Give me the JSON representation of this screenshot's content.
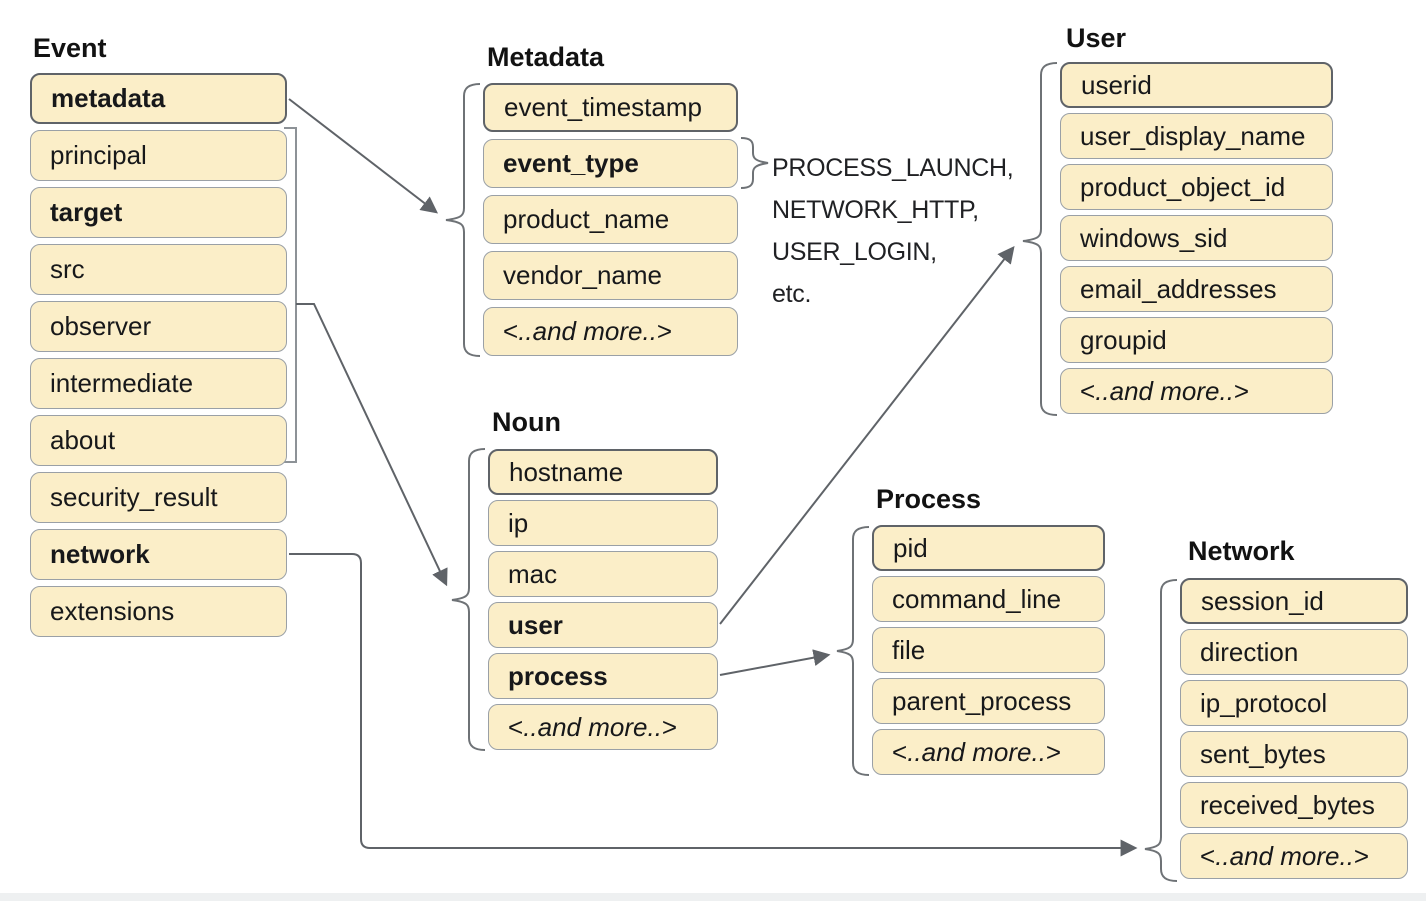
{
  "diagram": {
    "groups": [
      {
        "title": "Event",
        "items": [
          {
            "label": "metadata",
            "bold": true
          },
          {
            "label": "principal"
          },
          {
            "label": "target",
            "bold": true
          },
          {
            "label": "src"
          },
          {
            "label": "observer"
          },
          {
            "label": "intermediate"
          },
          {
            "label": "about"
          },
          {
            "label": "security_result"
          },
          {
            "label": "network",
            "bold": true
          },
          {
            "label": "extensions"
          }
        ]
      },
      {
        "title": "Metadata",
        "items": [
          {
            "label": "event_timestamp"
          },
          {
            "label": "event_type",
            "bold": true
          },
          {
            "label": "product_name"
          },
          {
            "label": "vendor_name"
          },
          {
            "label": "< ..and more.. >",
            "more": true
          }
        ]
      },
      {
        "title": "Noun",
        "items": [
          {
            "label": "hostname"
          },
          {
            "label": "ip"
          },
          {
            "label": "mac"
          },
          {
            "label": "user",
            "bold": true
          },
          {
            "label": "process",
            "bold": true
          },
          {
            "label": "< ..and more.. >",
            "more": true
          }
        ]
      },
      {
        "title": "User",
        "items": [
          {
            "label": "userid"
          },
          {
            "label": "user_display_name"
          },
          {
            "label": "product_object_id"
          },
          {
            "label": "windows_sid"
          },
          {
            "label": "email_addresses"
          },
          {
            "label": "groupid"
          },
          {
            "label": "< ..and more.. >",
            "more": true
          }
        ]
      },
      {
        "title": "Process",
        "items": [
          {
            "label": "pid"
          },
          {
            "label": "command_line"
          },
          {
            "label": "file"
          },
          {
            "label": "parent_process"
          },
          {
            "label": "< ..and more.. >",
            "more": true
          }
        ]
      },
      {
        "title": "Network",
        "items": [
          {
            "label": "session_id"
          },
          {
            "label": "direction"
          },
          {
            "label": "ip_protocol"
          },
          {
            "label": "sent_bytes"
          },
          {
            "label": "received_bytes"
          },
          {
            "label": "< ..and more.. >",
            "more": true
          }
        ]
      }
    ],
    "annotation": {
      "lines": [
        "PROCESS_LAUNCH,",
        "NETWORK_HTTP,",
        "USER_LOGIN,",
        "etc."
      ]
    },
    "connections": [
      {
        "from": "Event.metadata",
        "to": "Metadata"
      },
      {
        "from": "Event.principal..about",
        "to": "Noun"
      },
      {
        "from": "Noun.user",
        "to": "User"
      },
      {
        "from": "Noun.process",
        "to": "Process"
      },
      {
        "from": "Event.network",
        "to": "Network"
      },
      {
        "from": "Metadata.event_type",
        "to": "event-type-values"
      }
    ],
    "colors": {
      "box_fill": "#FBEEC8",
      "box_border": "#9AA0A6",
      "box_border_emphasis": "#5F6368",
      "connector": "#5F6368",
      "text": "#17181A"
    }
  }
}
